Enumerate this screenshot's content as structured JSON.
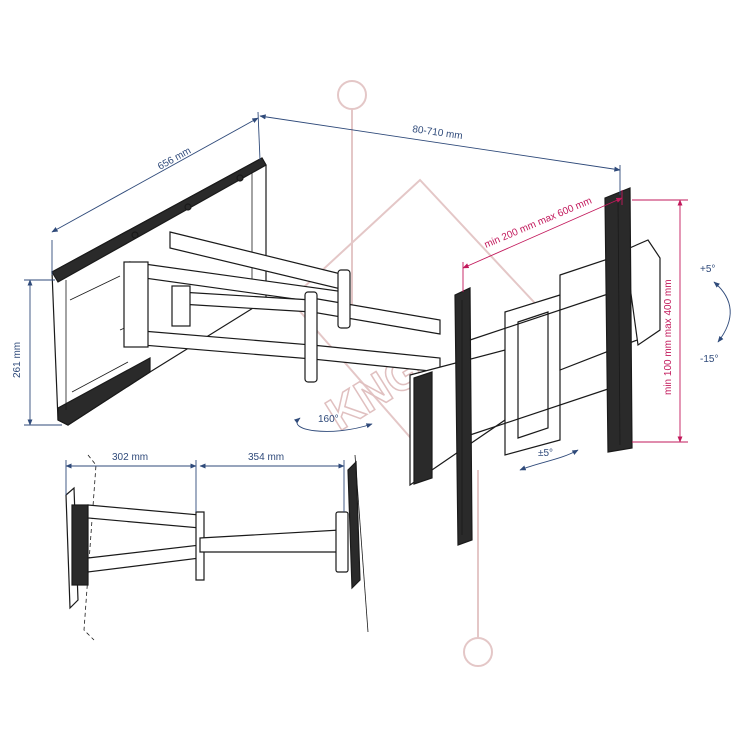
{
  "colors": {
    "dimension": "#2f4a7a",
    "vesa": "#c2185b",
    "mount": "#1a1a1a",
    "watermark": "#e4c7c7"
  },
  "dimensions": {
    "plate_width": "656 mm",
    "plate_height": "261 mm",
    "extension": "80-710 mm",
    "vesa_horizontal": "min 200 mm max 600 mm",
    "vesa_vertical": "min 100 mm max 400 mm",
    "arm_first": "302 mm",
    "arm_second": "354 mm"
  },
  "angles": {
    "swivel": "160°",
    "rotate": "±5°",
    "tilt_up": "+5°",
    "tilt_down": "-15°"
  },
  "watermark": {
    "text": "KNG"
  }
}
